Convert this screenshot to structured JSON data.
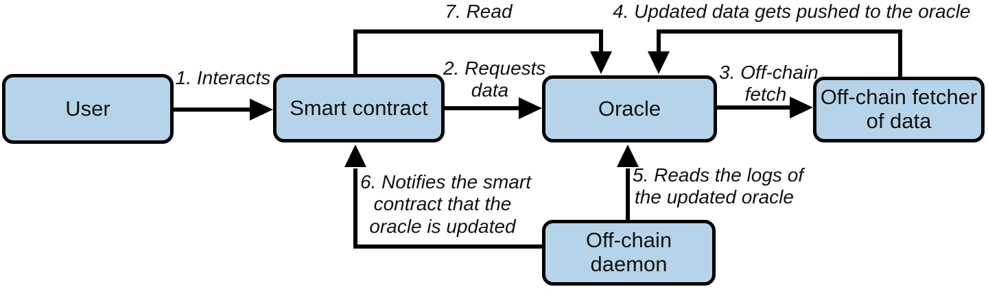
{
  "diagram": {
    "colors": {
      "node_fill": "#b5d4ea",
      "node_border": "#000000",
      "arrow": "#000000",
      "background": "#ffffff"
    },
    "nodes": {
      "user": {
        "lines": [
          "User"
        ]
      },
      "smart_contract": {
        "lines": [
          "Smart contract"
        ]
      },
      "oracle": {
        "lines": [
          "Oracle"
        ]
      },
      "fetcher": {
        "lines": [
          "Off-chain fetcher",
          "of data"
        ]
      },
      "daemon": {
        "lines": [
          "Off-chain",
          "daemon"
        ]
      }
    },
    "edges": {
      "e1": {
        "lines": [
          "1. Interacts"
        ]
      },
      "e2": {
        "lines": [
          "2. Requests",
          "data"
        ]
      },
      "e3": {
        "lines": [
          "3. Off-chain",
          "fetch"
        ]
      },
      "e4": {
        "lines": [
          "4. Updated data gets pushed to the oracle"
        ]
      },
      "e5": {
        "lines": [
          "5. Reads the logs of",
          "the updated oracle"
        ]
      },
      "e6": {
        "lines": [
          "6. Notifies the smart",
          "contract that the",
          "oracle is updated"
        ]
      },
      "e7": {
        "lines": [
          "7. Read"
        ]
      }
    }
  }
}
